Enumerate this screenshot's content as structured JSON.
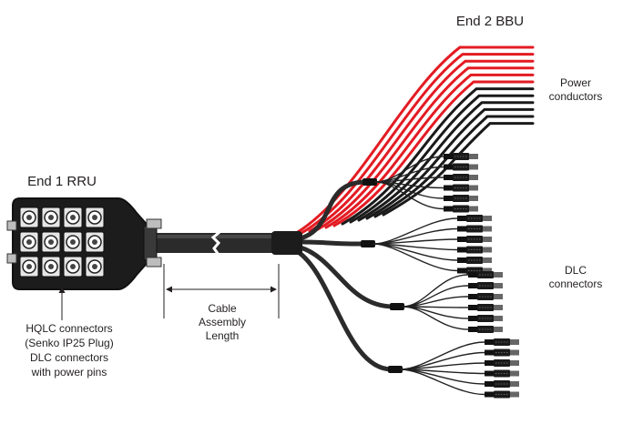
{
  "labels": {
    "end2": "End 2 BBU",
    "end1": "End 1 RRU",
    "power": [
      "Power",
      "conductors"
    ],
    "dlc": [
      "DLC",
      "connectors"
    ],
    "cable": [
      "Cable",
      "Assembly",
      "Length"
    ],
    "hqlc": [
      "HQLC connectors",
      "(Senko IP25 Plug)",
      "DLC connectors",
      "with power pins"
    ]
  },
  "colors": {
    "power_red": "#e31b23",
    "power_black": "#1a1a1a",
    "cable": "#2b2b2b",
    "text": "#231f20"
  },
  "counts": {
    "red_conductors": 6,
    "black_conductors": 6,
    "dlc_groups": 4,
    "connectors_per_group": 6
  }
}
